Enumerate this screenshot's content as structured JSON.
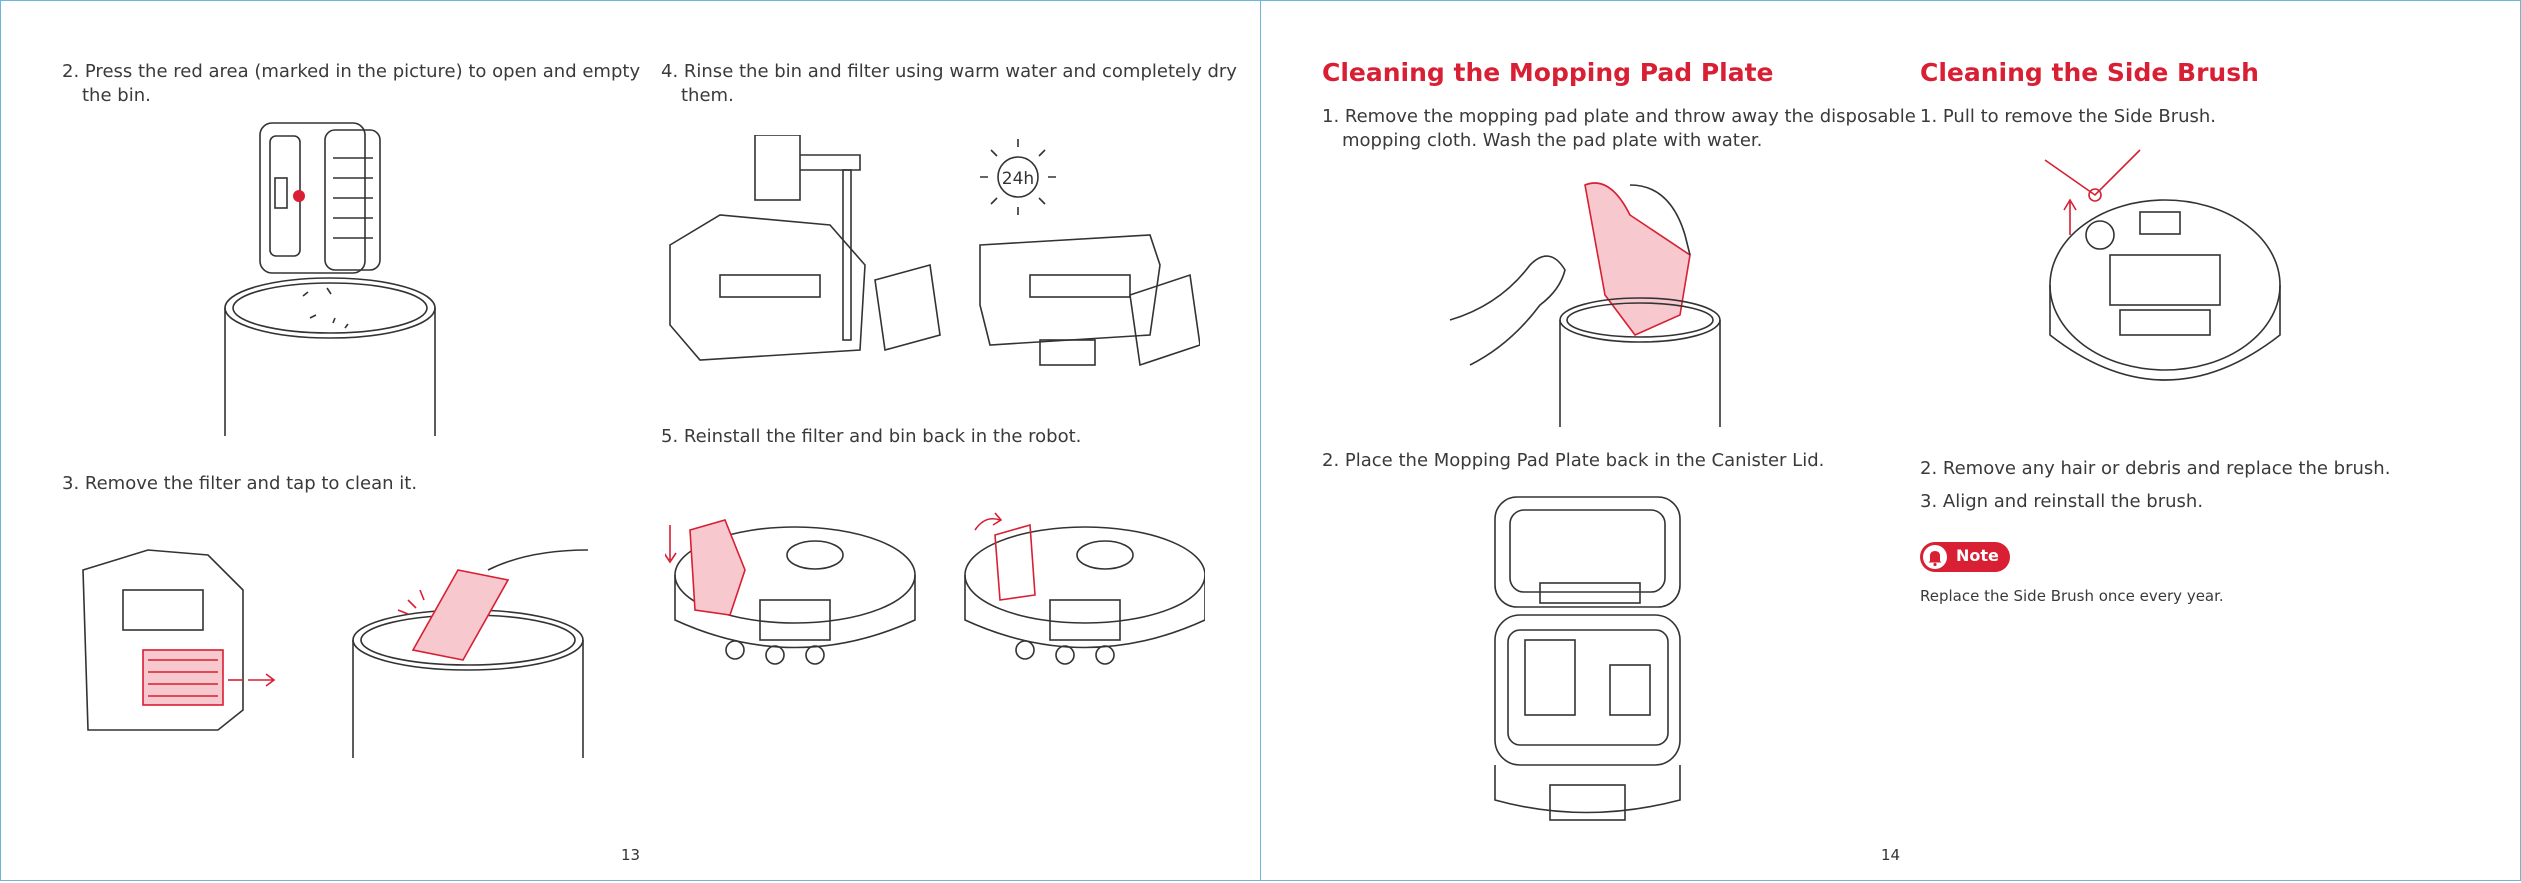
{
  "left_page": {
    "step2": [
      "2. Press the red area (marked in the picture) to open and empty",
      "the bin."
    ],
    "step3": "3. Remove the filter and tap to clean it.",
    "step4": [
      "4. Rinse the bin and filter using warm water and completely dry",
      "them."
    ],
    "step4_badge": "24h",
    "step5": "5. Reinstall the filter and bin back in the robot.",
    "page_number": "13"
  },
  "right_page": {
    "mop_heading": "Cleaning the Mopping Pad Plate",
    "mop_step1": [
      "1. Remove the mopping pad plate and throw away the disposable",
      "mopping cloth. Wash the pad plate with water."
    ],
    "mop_step2": "2. Place the Mopping Pad Plate back in the Canister Lid.",
    "brush_heading": "Cleaning the Side Brush",
    "brush_step1": "1. Pull to remove the Side Brush.",
    "brush_step2": "2. Remove any hair or debris and replace the brush.",
    "brush_step3": "3. Align and reinstall the brush.",
    "note_label": "Note",
    "note_text": "Replace the Side Brush once every year.",
    "page_number": "14"
  },
  "colors": {
    "accent": "#d81f33",
    "border": "#6cb6d6",
    "text": "#3a3a3a"
  },
  "icons": [
    "bell-icon",
    "sun-clock-icon",
    "arrow-icon"
  ]
}
